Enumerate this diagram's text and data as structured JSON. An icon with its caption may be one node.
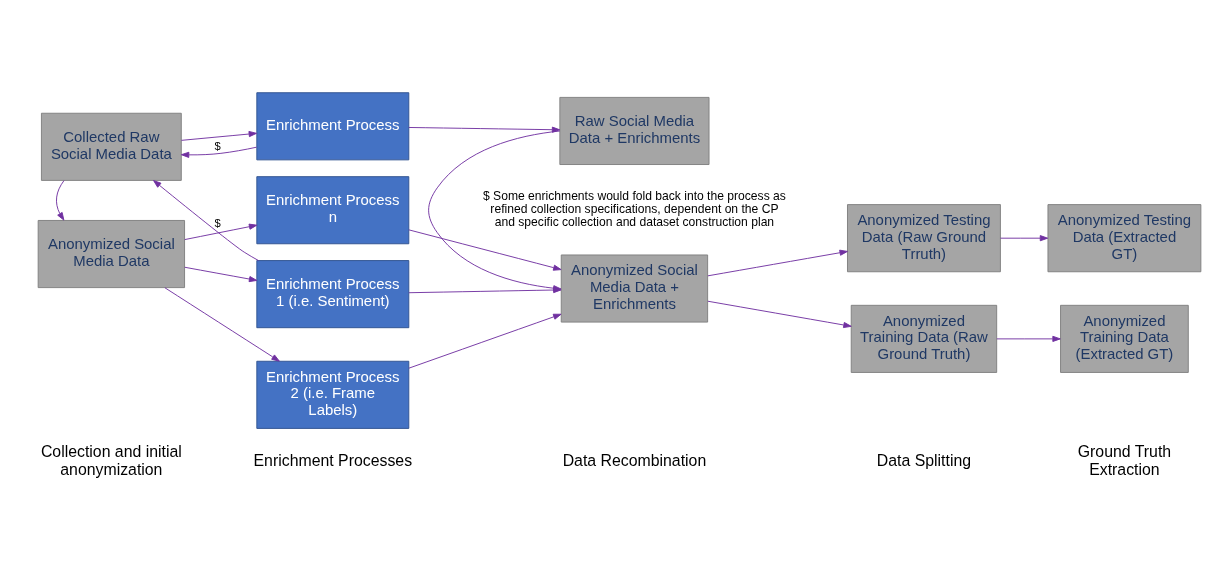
{
  "diagram": {
    "nodes": [
      {
        "text": [
          "Collected Raw Social Media Data"
        ]
      },
      {
        "text": [
          "Enrichment Process"
        ]
      },
      {
        "text": [
          "Raw Social Media Data + Enrichments"
        ]
      },
      {
        "text": [
          "Anonymized Social Media Data"
        ]
      },
      {
        "text": [
          "Enrichment Process 1 (i.e. Sentiment)"
        ]
      },
      {
        "text": [
          "Enrichment Process 2 (i.e. Frame Labels)"
        ]
      },
      {
        "text": [
          "Enrichment Process n"
        ]
      },
      {
        "text": [
          "Anonymized Social Media Data + Enrichments"
        ]
      },
      {
        "text": [
          "Anonymized Training Data (Raw Ground Truth)"
        ]
      },
      {
        "text": [
          "Anonymized Testing Data (Raw Ground Trruth)"
        ]
      },
      {
        "text": [
          "Anonymized Training Data (Extracted GT)"
        ]
      },
      {
        "text": [
          "Anonymized Testing Data (Extracted GT)"
        ]
      }
    ],
    "edges": [
      {
        "from": 0,
        "to": 1,
        "arrow": "to"
      },
      {
        "from": 1,
        "to": 0,
        "arrow": "to",
        "label": "$"
      },
      {
        "from": 1,
        "to": 2,
        "arrow": "to"
      },
      {
        "from": 0,
        "to": 3,
        "arrow": "to"
      },
      {
        "from": 4,
        "to": 0,
        "arrow": "to",
        "label": "$"
      },
      {
        "from": 3,
        "to": 4,
        "arrow": "to"
      },
      {
        "from": 3,
        "to": 5,
        "arrow": "to"
      },
      {
        "from": 3,
        "to": 6,
        "arrow": "to"
      },
      {
        "from": 2,
        "to": 7,
        "arrow": "to"
      },
      {
        "from": 4,
        "to": 7,
        "arrow": "to"
      },
      {
        "from": 5,
        "to": 7,
        "arrow": "to"
      },
      {
        "from": 6,
        "to": 7,
        "arrow": "to"
      },
      {
        "from": 7,
        "to": 8,
        "arrow": "to"
      },
      {
        "from": 7,
        "to": 9,
        "arrow": "to"
      },
      {
        "from": 8,
        "to": 10,
        "arrow": "to"
      },
      {
        "from": 9,
        "to": 11,
        "arrow": "to"
      }
    ],
    "labels": [
      "Collection and initial anonymization",
      "Enrichment Processes",
      "Data Recombination",
      "Data Splitting",
      "Ground Truth Extraction",
      "$ Some enrichments would fold back into the process as refined collection specifications, dependent on the CP and specific collection and dataset construction plan"
    ]
  }
}
